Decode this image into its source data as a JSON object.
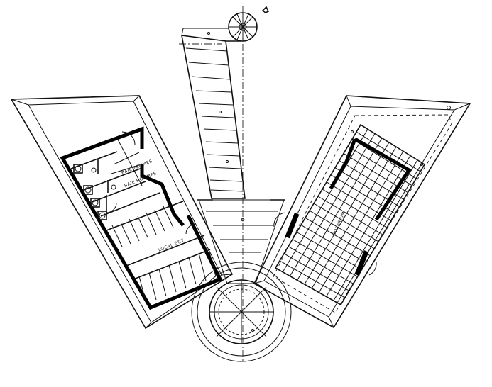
{
  "plan": {
    "labels": {
      "bath_1": "BAIE FEMMES",
      "bath_2": "BAIE HOMMES",
      "right_room": "SOLARIUM",
      "left_room": "LOCAL ET.T"
    }
  }
}
